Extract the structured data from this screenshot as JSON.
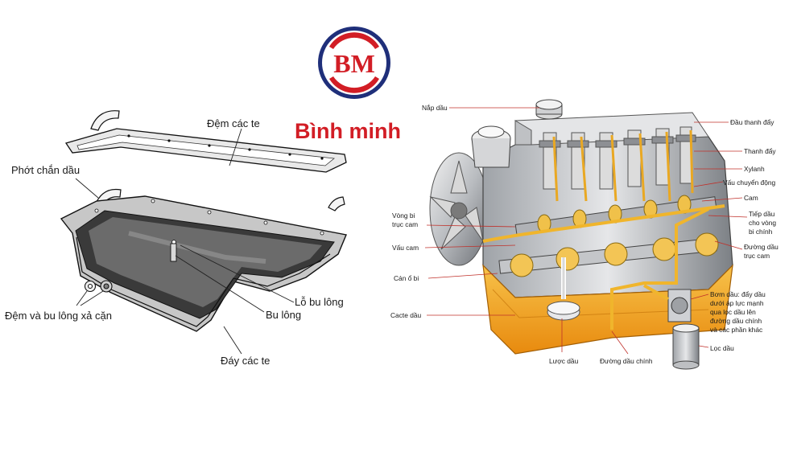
{
  "logo": {
    "monogram": "BM",
    "brand_name": "Bình minh",
    "colors": {
      "red": "#d21d25",
      "navy": "#1f2f7a"
    }
  },
  "oil_pan_diagram": {
    "labels": {
      "gasket": "Đệm các te",
      "oil_seal": "Phớt chắn dầu",
      "drain_washer_bolt": "Đệm và bu lông xả cặn",
      "bolt_hole": "Lỗ bu lông",
      "bolt": "Bu lông",
      "pan_bottom": "Đáy các te"
    }
  },
  "engine_diagram": {
    "labels": {
      "oil_cap": "Nắp dầu",
      "rocker_end": "Đầu thanh đẩy",
      "pushrod": "Thanh đẩy",
      "cylinder": "Xylanh",
      "lifter": "Vấu chuyển động",
      "cam": "Cam",
      "oil_feed_line1": "Tiếp dầu",
      "oil_feed_line2": "cho vòng",
      "oil_feed_line3": "bi chính",
      "cam_gallery_line1": "Đường dầu",
      "cam_gallery_line2": "trục cam",
      "pump_line1": "Bơm dầu: đẩy dầu",
      "pump_line2": "dưới áp lực mạnh",
      "pump_line3": "qua lọc dầu lên",
      "pump_line4": "đường dầu chính",
      "pump_line5": "và các phần khác",
      "oil_filter": "Lọc dầu",
      "cam_bearing_line1": "Vòng bi",
      "cam_bearing_line2": "trục cam",
      "cam_lobe": "Vấu cam",
      "bearing_bar": "Cán ổ bi",
      "oil_sump": "Cacte dầu",
      "strainer": "Lược dầu",
      "main_gallery": "Đường dầu chính"
    },
    "colors": {
      "oil": "#f2a21b",
      "leader": "#c0302a"
    }
  }
}
